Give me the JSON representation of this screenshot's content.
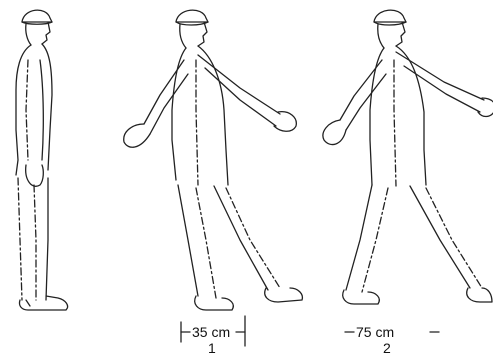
{
  "figures": [
    {
      "id": "standing",
      "measure": "",
      "number": ""
    },
    {
      "id": "step-1",
      "measure": "35 cm",
      "number": "1"
    },
    {
      "id": "step-2",
      "measure": "75 cm",
      "number": "2"
    }
  ]
}
